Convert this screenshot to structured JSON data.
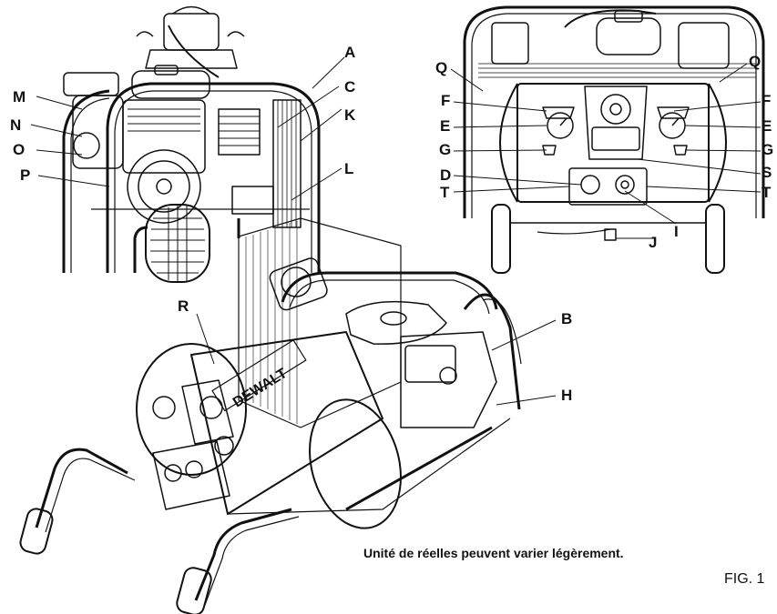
{
  "callouts": [
    "A",
    "B",
    "C",
    "D",
    "E",
    "F",
    "G",
    "H",
    "I",
    "J",
    "K",
    "L",
    "M",
    "N",
    "O",
    "P",
    "Q",
    "R",
    "S",
    "T"
  ],
  "brand_text": "DEWALT",
  "caption": "Unité de réelles peuvent varier légèrement.",
  "figure_label": "FIG. 1",
  "colors": {
    "ink": "#111111",
    "paper": "#ffffff",
    "grey": "#9a9a9a"
  }
}
